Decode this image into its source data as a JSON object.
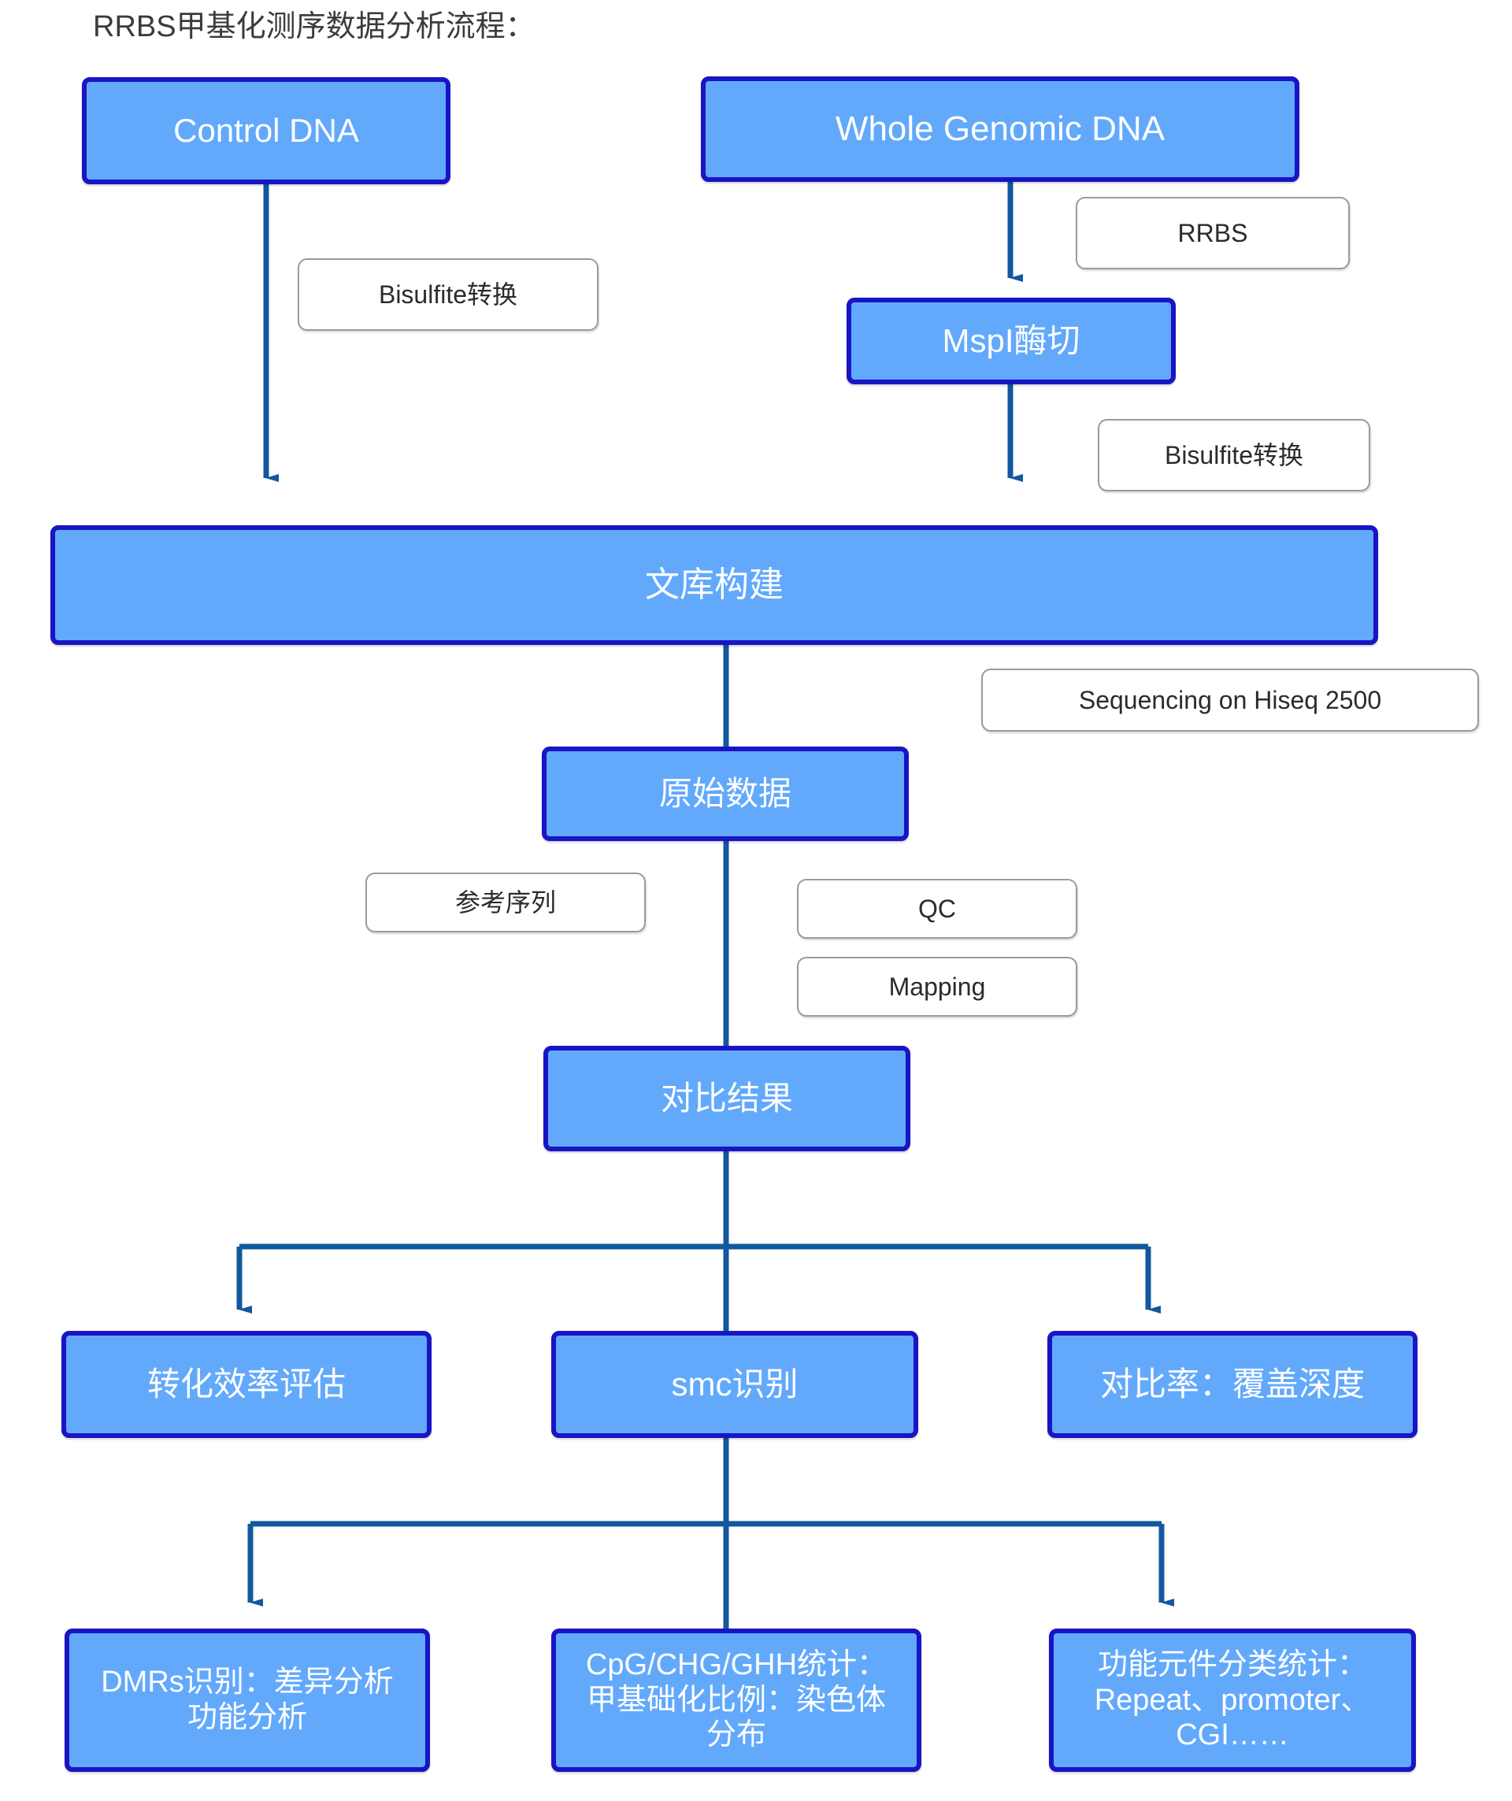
{
  "diagram": {
    "title": "RRBS甲基化测序数据分析流程：",
    "colors": {
      "node_fill": "#62A9FC",
      "node_border": "#1915C4",
      "node_text": "#FFFFFF",
      "tag_border": "#9B9B9B",
      "tag_text": "#2B2B2B",
      "connector": "#11589E",
      "title_text": "#3B3B3B",
      "background": "#FFFFFF"
    },
    "nodes": [
      {
        "id": "control-dna",
        "label": "Control DNA"
      },
      {
        "id": "whole-genomic-dna",
        "label": "Whole Genomic DNA"
      },
      {
        "id": "mspi-digestion",
        "label": "MspI酶切"
      },
      {
        "id": "library-build",
        "label": "文库构建"
      },
      {
        "id": "raw-data",
        "label": "原始数据"
      },
      {
        "id": "alignment-result",
        "label": "对比结果"
      },
      {
        "id": "conversion-eff",
        "label": "转化效率评估"
      },
      {
        "id": "smc-detect",
        "label": "smc识别"
      },
      {
        "id": "map-rate-depth",
        "label": "对比率：覆盖深度"
      },
      {
        "id": "dmrs",
        "label": "DMRs识别：差异分析\n功能分析"
      },
      {
        "id": "context-stats",
        "label": "CpG/CHG/GHH统计：\n甲基础化比例：染色体\n分布"
      },
      {
        "id": "feature-stats",
        "label": "功能元件分类统计：\nRepeat、promoter、\nCGI……"
      }
    ],
    "tags": [
      {
        "id": "bisulfite-left",
        "label": "Bisulfite转换"
      },
      {
        "id": "rrbs",
        "label": "RRBS"
      },
      {
        "id": "bisulfite-right",
        "label": "Bisulfite转换"
      },
      {
        "id": "sequencing",
        "label": "Sequencing on Hiseq 2500"
      },
      {
        "id": "reference-seq",
        "label": "参考序列"
      },
      {
        "id": "qc",
        "label": "QC"
      },
      {
        "id": "mapping",
        "label": "Mapping"
      }
    ]
  }
}
